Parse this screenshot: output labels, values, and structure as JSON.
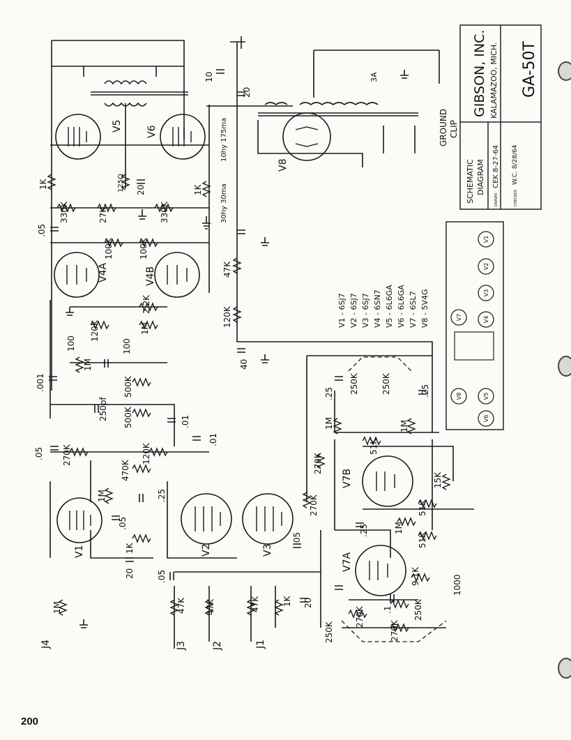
{
  "title_block": {
    "company": "GIBSON, INC.",
    "location": "KALAMAZOO, MICH.",
    "model": "GA-50T",
    "sheet_type_line1": "SCHEMATIC",
    "sheet_type_line2": "DIAGRAM",
    "drawn_label": "DRAWN",
    "drawn_value": "CEK 8-27-64",
    "checked_label": "CHECKED",
    "checked_value": "W.C. 8/28/64"
  },
  "tube_list": [
    "V1 - 6SJ7",
    "V2 - 6SJ7",
    "V3 - 6SJ7",
    "V4 - 6SN7",
    "V5 - 6L6GA",
    "V6 - 6L6GA",
    "V7 - 6SL7",
    "V8 - 5V4G"
  ],
  "tube_layout": {
    "sockets": [
      "V1",
      "V2",
      "V3",
      "V4",
      "V5",
      "V6",
      "V7",
      "V8"
    ]
  },
  "schematic_labels": {
    "tubes": [
      "V1",
      "V2",
      "V3",
      "V4A",
      "V4B",
      "V5",
      "V6",
      "V7A",
      "V7B",
      "V8"
    ],
    "jacks": [
      "J1",
      "J2",
      "J3",
      "J4"
    ],
    "misc": [
      "GROUND",
      "CLIP",
      "3A",
      "10hy 175ma",
      "30hy 30ma",
      "125Ω"
    ],
    "values": [
      "1K",
      "330K",
      "27K",
      "330K",
      "1K",
      ".05",
      "100K",
      "100K",
      "10",
      "20",
      "20",
      "47K",
      "120K",
      "40",
      "2.2K",
      "120K",
      "1M",
      "1M",
      "100",
      "100",
      ".001",
      "500K",
      "250pf",
      "500K",
      ".01",
      ".01",
      "120K",
      "470K",
      "270K",
      ".05",
      "1M",
      ".05",
      ".25",
      "1K",
      "20",
      ".05",
      "47K",
      "47K",
      "47K",
      "1K",
      "20",
      "1M",
      "270K",
      "270K",
      ".25",
      "250K",
      "250K",
      ".25",
      "1M",
      "1M",
      "51K",
      "15K",
      "51K",
      "51K",
      "1M",
      ".25",
      "9.1K",
      "1000",
      ".1",
      "250K",
      "270K",
      "270K",
      "250K",
      ".05"
    ]
  },
  "page_number": "200"
}
